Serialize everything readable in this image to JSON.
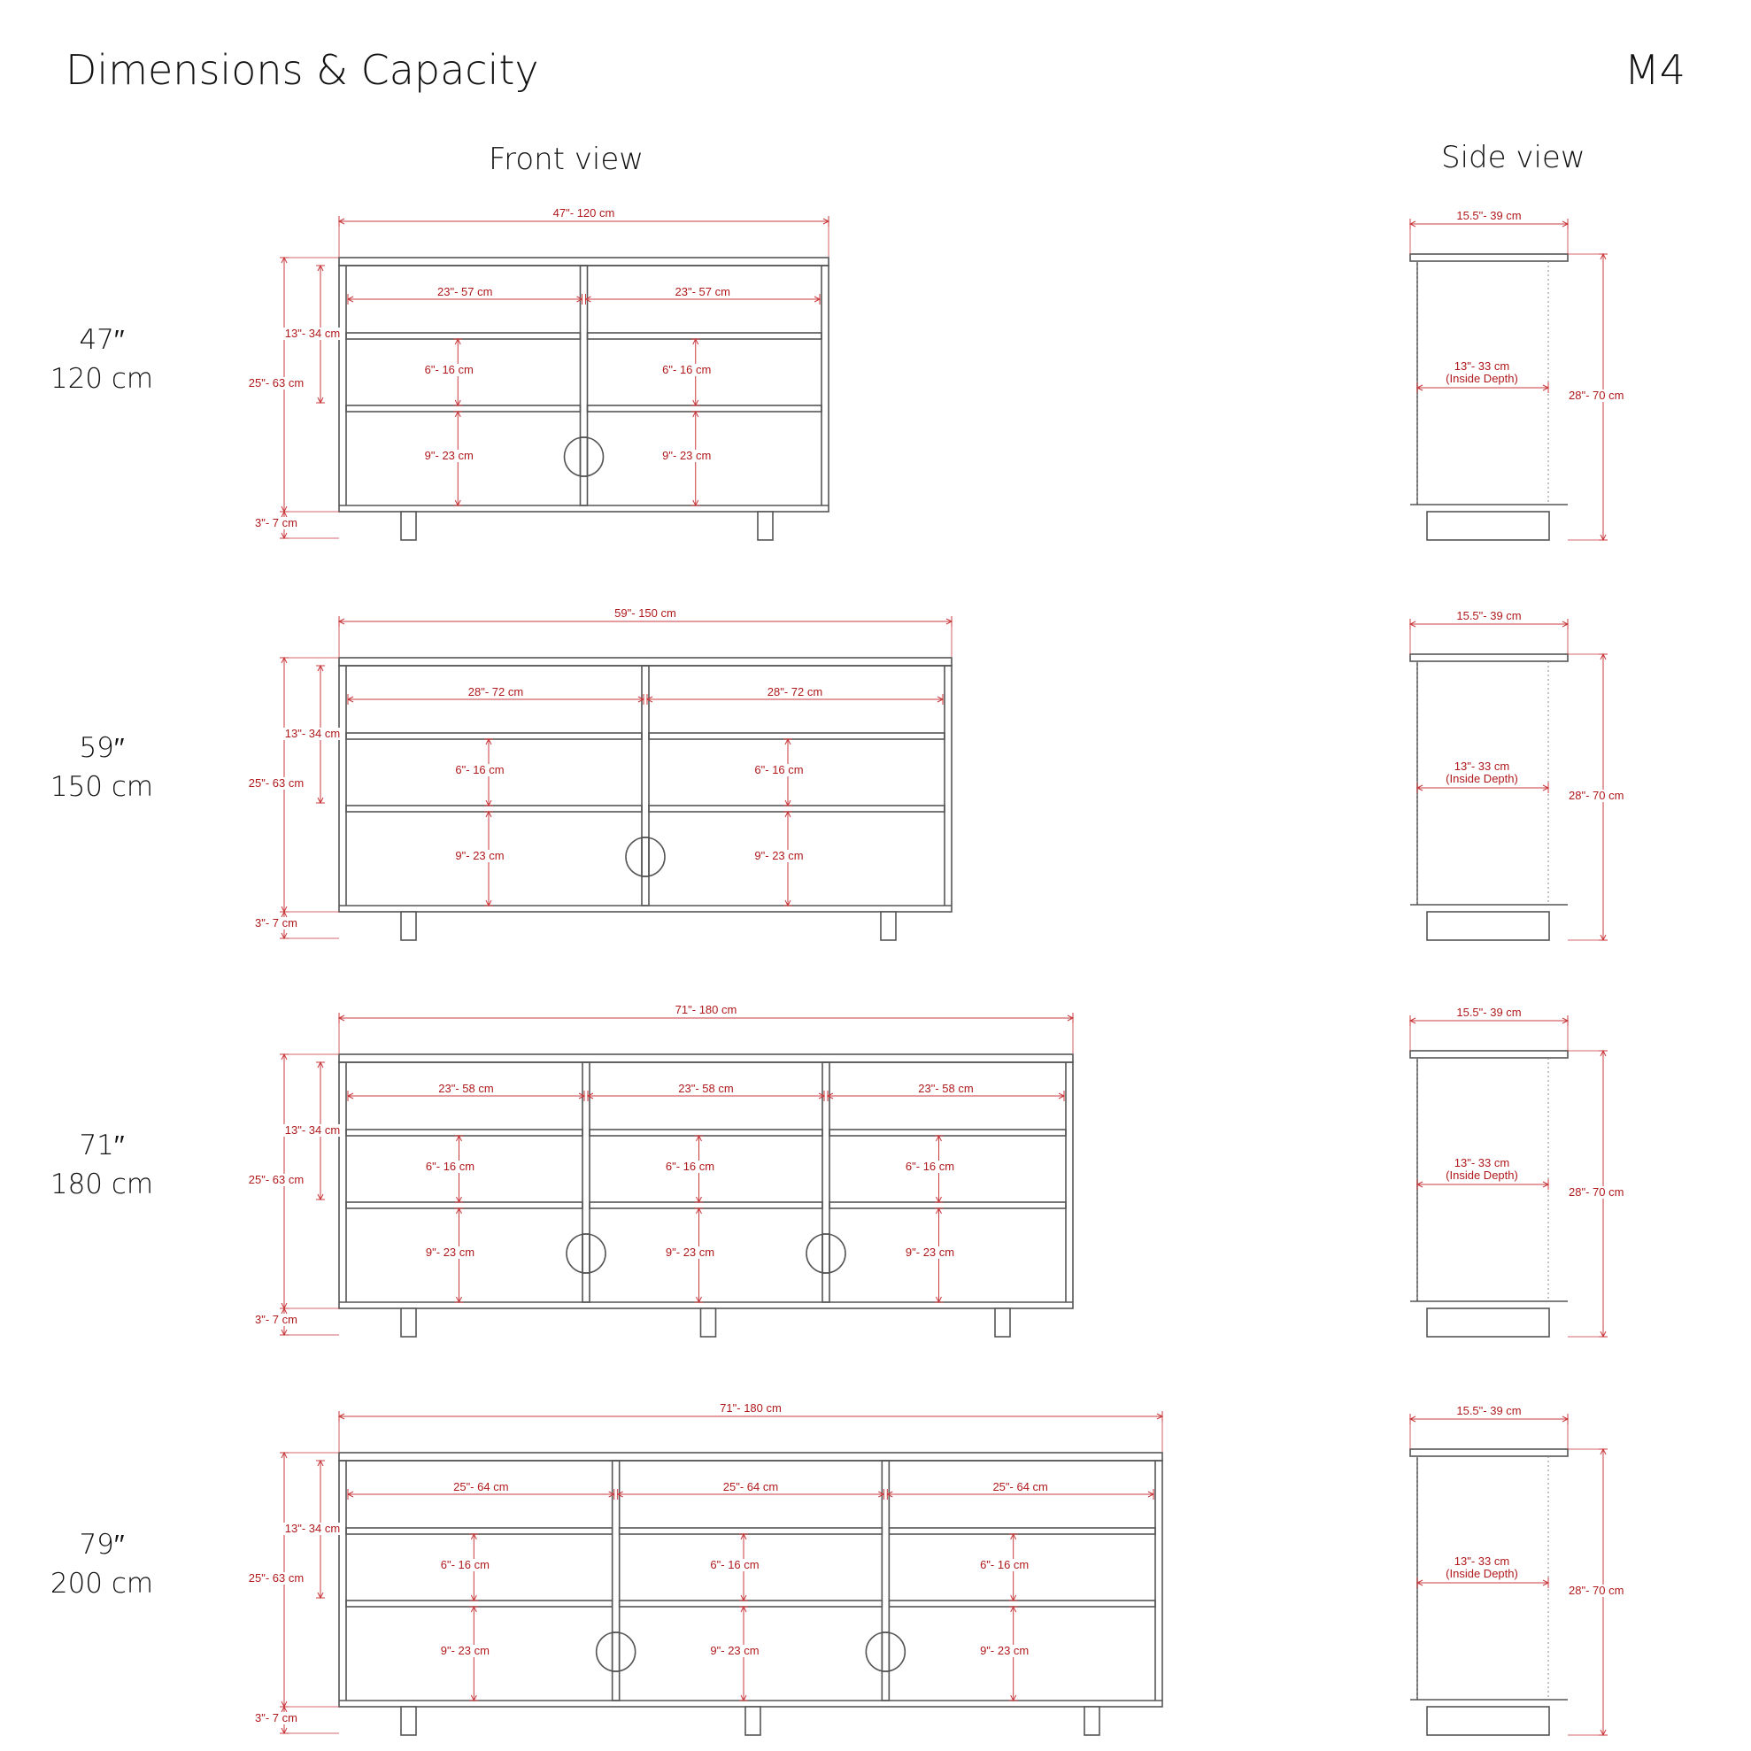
{
  "header": {
    "title": "Dimensions & Capacity",
    "model": "M4"
  },
  "views": {
    "front": "Front view",
    "side": "Side view"
  },
  "sizes": [
    {
      "inches": "47′′",
      "cm": "120 cm",
      "columns": 2,
      "total_width": "47\"- 120 cm",
      "compartment_width": "23\"- 57 cm",
      "side_depth": "15.5\"- 39 cm",
      "inside_depth": "13\"- 33 cm",
      "inside_depth_note": "(Inside Depth)",
      "total_height": "28\"- 70 cm",
      "cabinet_height": "25\"- 63 cm",
      "upper_height": "13\"- 34 cm",
      "shelf_height": "6\"- 16 cm",
      "lower_height": "9\"- 23 cm",
      "leg_height": "3\"- 7 cm"
    },
    {
      "inches": "59′′",
      "cm": "150 cm",
      "columns": 2,
      "total_width": "59\"- 150 cm",
      "compartment_width": "28\"- 72 cm",
      "side_depth": "15.5\"- 39 cm",
      "inside_depth": "13\"- 33 cm",
      "inside_depth_note": "(Inside Depth)",
      "total_height": "28\"- 70 cm",
      "cabinet_height": "25\"- 63 cm",
      "upper_height": "13\"- 34 cm",
      "shelf_height": "6\"- 16 cm",
      "lower_height": "9\"- 23 cm",
      "leg_height": "3\"- 7 cm"
    },
    {
      "inches": "71′′",
      "cm": "180 cm",
      "columns": 3,
      "total_width": "71\"- 180 cm",
      "compartment_width": "23\"- 58 cm",
      "side_depth": "15.5\"- 39 cm",
      "inside_depth": "13\"- 33 cm",
      "inside_depth_note": "(Inside Depth)",
      "total_height": "28\"- 70 cm",
      "cabinet_height": "25\"- 63 cm",
      "upper_height": "13\"- 34 cm",
      "shelf_height": "6\"- 16 cm",
      "lower_height": "9\"- 23 cm",
      "leg_height": "3\"- 7 cm"
    },
    {
      "inches": "79′′",
      "cm": "200 cm",
      "columns": 3,
      "total_width": "71\"- 180 cm",
      "compartment_width": "25\"- 64 cm",
      "side_depth": "15.5\"- 39 cm",
      "inside_depth": "13\"- 33 cm",
      "inside_depth_note": "(Inside Depth)",
      "total_height": "28\"- 70 cm",
      "cabinet_height": "25\"- 63 cm",
      "upper_height": "13\"- 34 cm",
      "shelf_height": "6\"- 16 cm",
      "lower_height": "9\"- 23 cm",
      "leg_height": "3\"- 7 cm"
    }
  ],
  "colors": {
    "dimension": "#b0191c",
    "outline": "#555555",
    "background": "#ffffff"
  }
}
